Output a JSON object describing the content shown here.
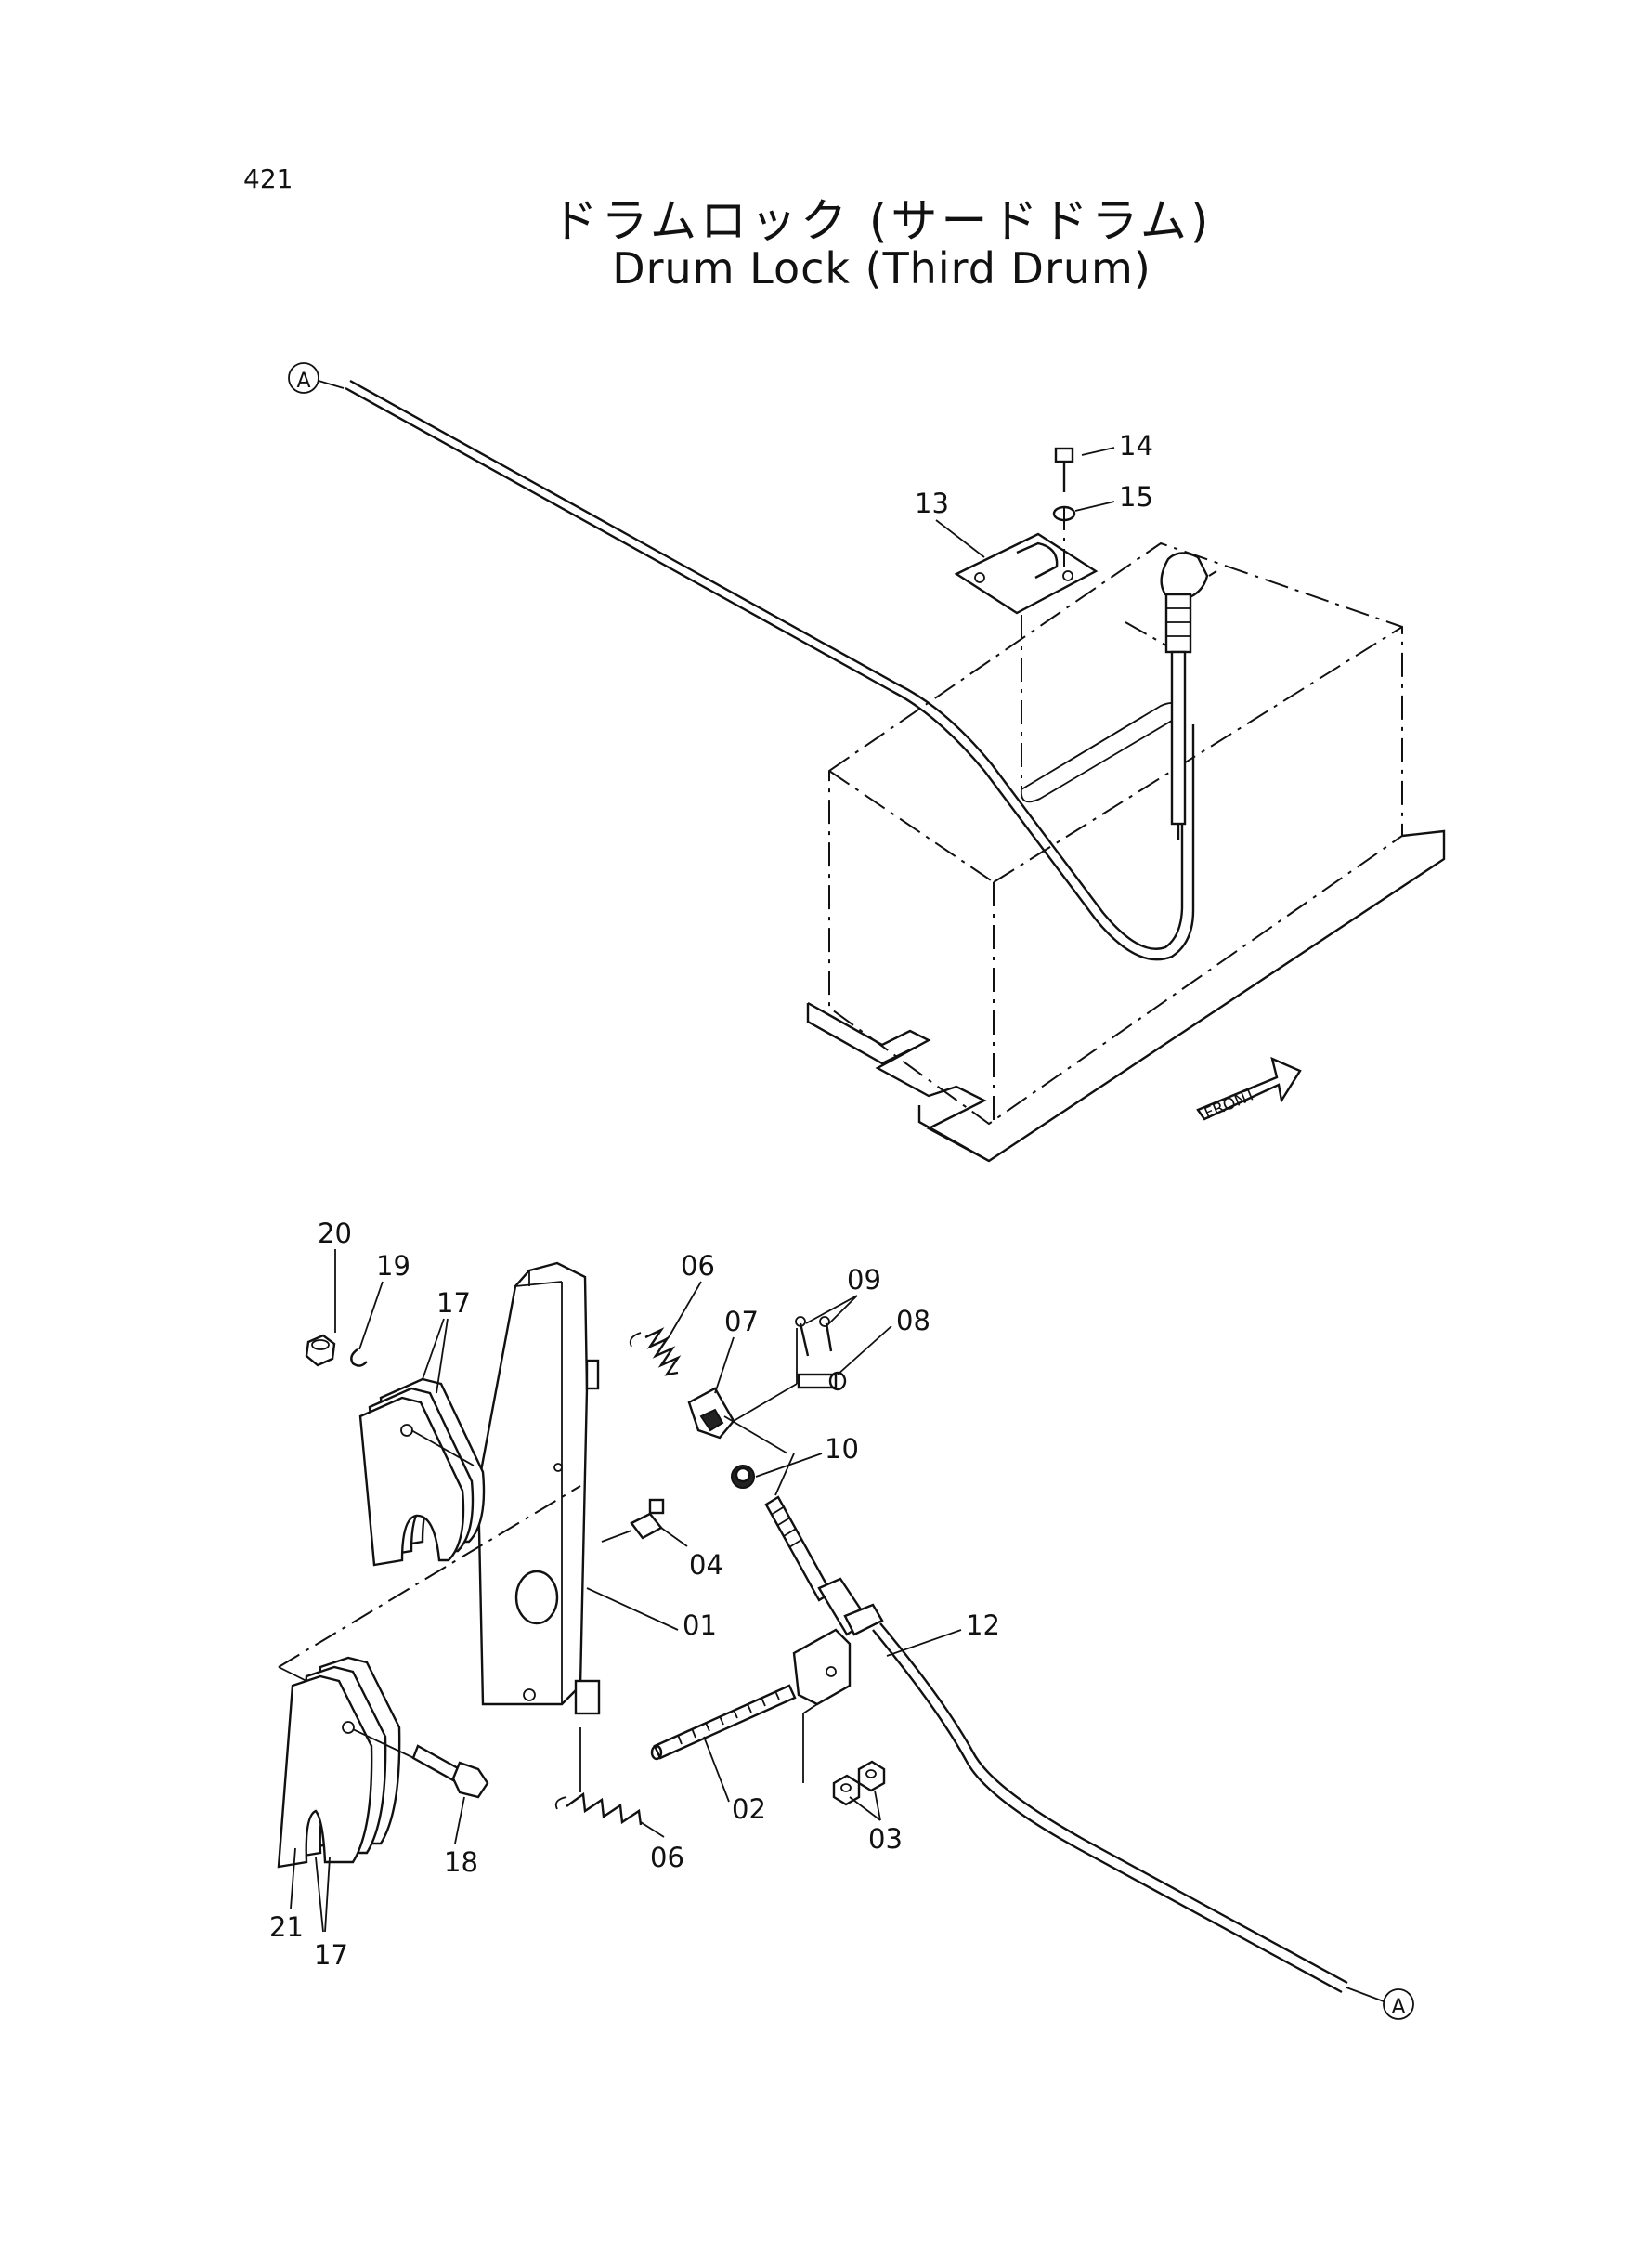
{
  "page_number": "421",
  "title_jp": "ドラムロック (サードドラム)",
  "title_en": "Drum Lock (Third Drum)",
  "front_label": "FRONT",
  "ref_marker": "A",
  "labels": {
    "p01": "01",
    "p02": "02",
    "p03": "03",
    "p04": "04",
    "p06a": "06",
    "p06b": "06",
    "p07": "07",
    "p08": "08",
    "p09": "09",
    "p10": "10",
    "p12": "12",
    "p13": "13",
    "p14": "14",
    "p15": "15",
    "p17a": "17",
    "p17b": "17",
    "p18": "18",
    "p19": "19",
    "p20": "20",
    "p21": "21"
  }
}
